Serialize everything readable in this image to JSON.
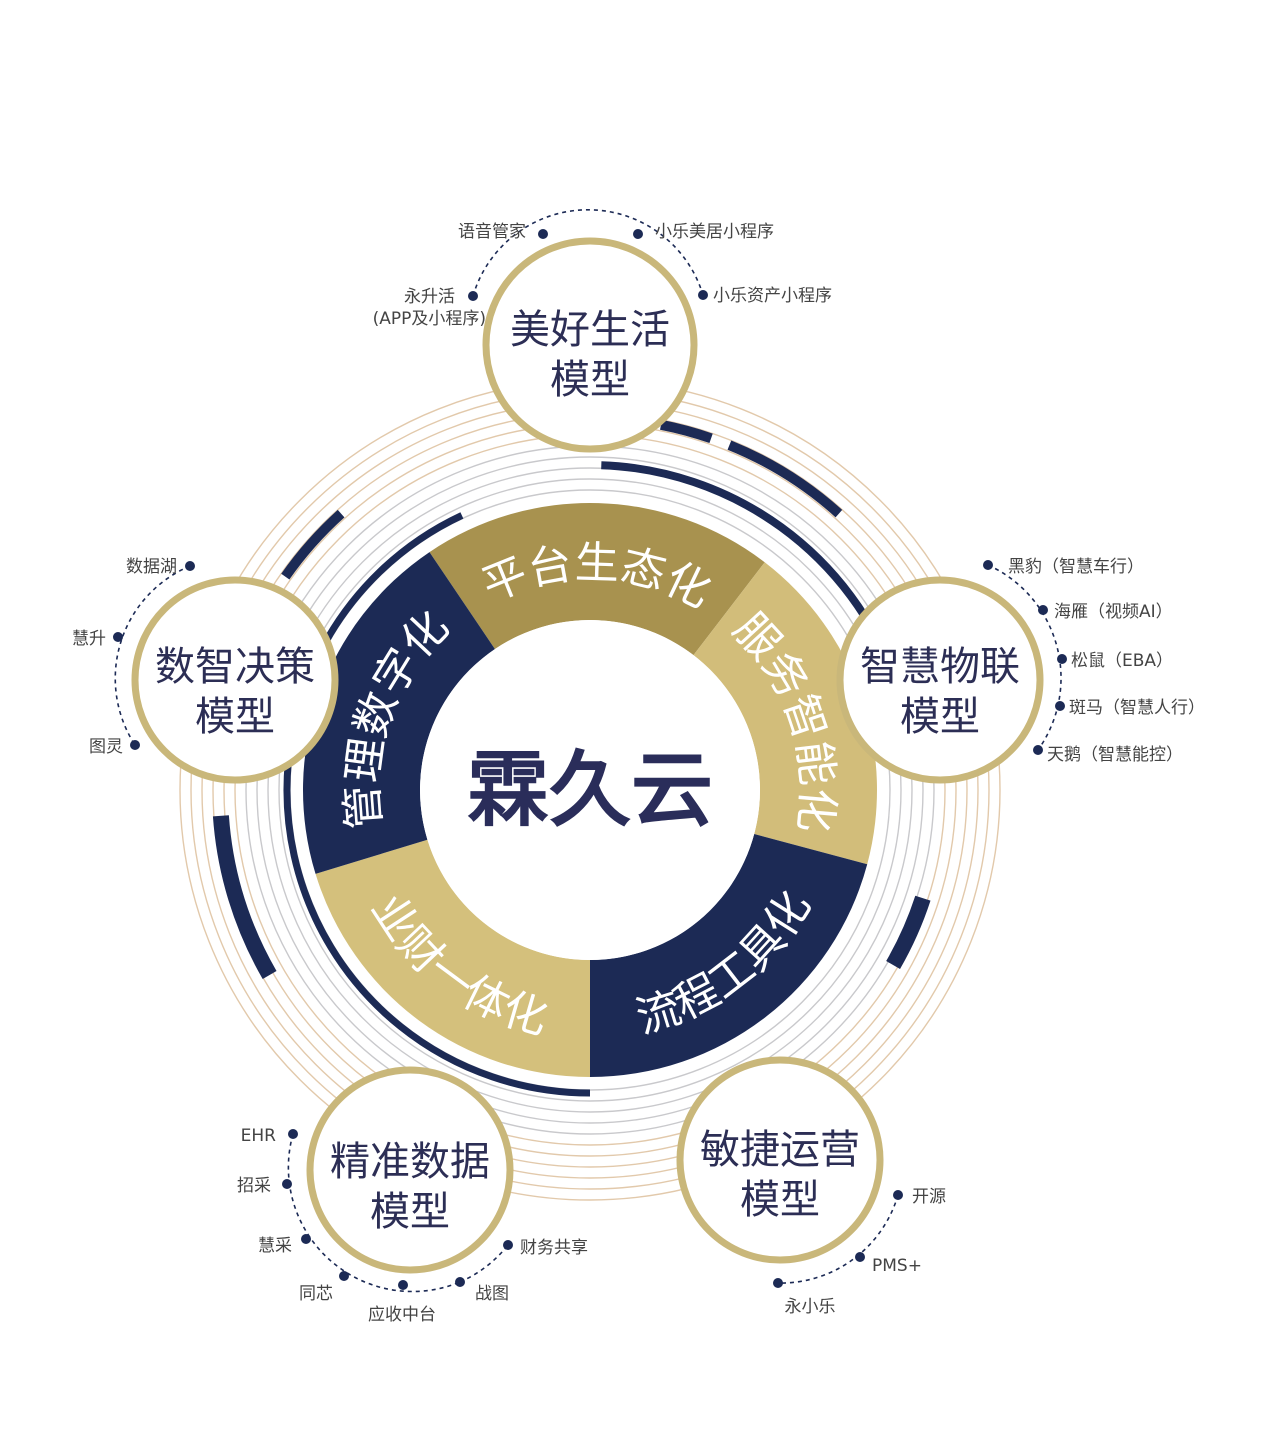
{
  "center": {
    "title": "霖久云"
  },
  "segments": [
    {
      "label": "平台生态化",
      "color": "#a8924f"
    },
    {
      "label": "服务智能化",
      "color": "#d2bd7a"
    },
    {
      "label": "流程工具化",
      "color": "#1c2a55"
    },
    {
      "label": "业财一体化",
      "color": "#d4c07c"
    },
    {
      "label": "管理数字化",
      "color": "#1c2a55"
    }
  ],
  "models": {
    "life": {
      "line1": "美好生活",
      "line2": "模型",
      "items": [
        "语音管家",
        "小乐美居小程序",
        "小乐资产小程序",
        "永升活",
        "(APP及小程序)"
      ]
    },
    "iot": {
      "line1": "智慧物联",
      "line2": "模型",
      "items": [
        "黑豹（智慧车行）",
        "海雁（视频AI）",
        "松鼠（EBA）",
        "斑马（智慧人行）",
        "天鹅（智慧能控）"
      ]
    },
    "ops": {
      "line1": "敏捷运营",
      "line2": "模型",
      "items": [
        "开源",
        "PMS+",
        "永小乐"
      ]
    },
    "data": {
      "line1": "精准数据",
      "line2": "模型",
      "items": [
        "EHR",
        "招采",
        "慧采",
        "同芯",
        "应收中台",
        "战图",
        "财务共享"
      ]
    },
    "decision": {
      "line1": "数智决策",
      "line2": "模型",
      "items": [
        "数据湖",
        "慧升",
        "图灵"
      ]
    }
  },
  "colors": {
    "navy": "#1c2a55",
    "gold": "#c9b77a",
    "text": "#2c2e55"
  }
}
